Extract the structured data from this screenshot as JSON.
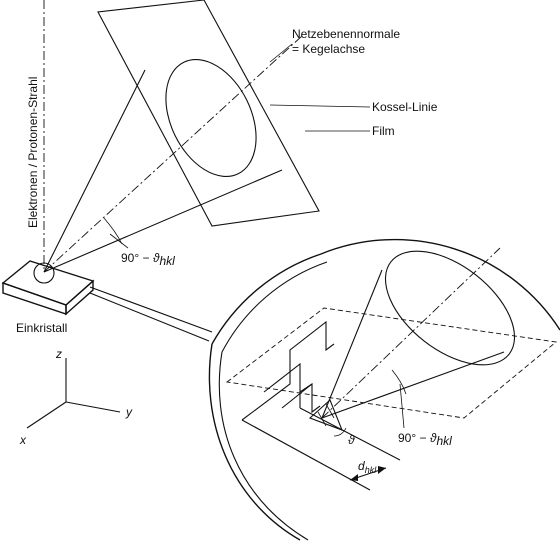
{
  "labels": {
    "normal_line1": "Netzebenennormale",
    "normal_line2": "= Kegelachse",
    "kossel": "Kossel-Linie",
    "film": "Film",
    "beam": "Elektronen / Protonen-Strahl",
    "angle_top_prefix": "90° − ",
    "theta_symbol": "ϑ",
    "hkl_sub": "hkl",
    "crystal": "Einkristall",
    "axis_z": "z",
    "axis_y": "y",
    "axis_x": "x",
    "theta_small": "ϑ",
    "angle_bottom_prefix": "90° − ",
    "d_symbol": "d",
    "d_sub": "hkl"
  }
}
